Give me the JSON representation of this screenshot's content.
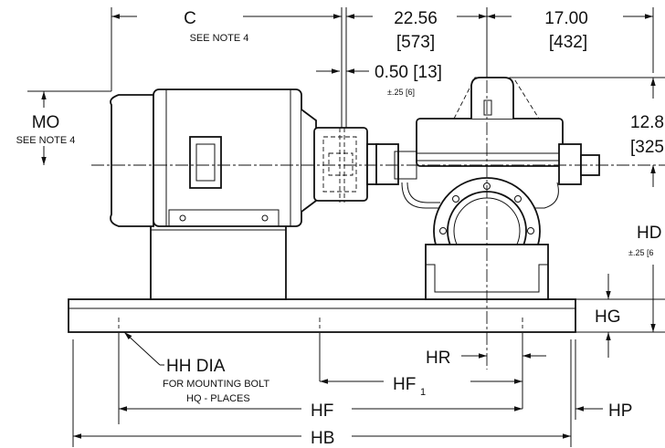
{
  "labels": {
    "c": "C",
    "c_note": "SEE NOTE 4",
    "d1": "22.56",
    "d1_mm": "[573]",
    "d2": "17.00",
    "d2_mm": "[432]",
    "gap": "0.50 [13]",
    "gap_tol": "±.25 [6]",
    "mo": "MO",
    "mo_note": "SEE NOTE 4",
    "h": "12.8",
    "h_mm": "[325",
    "hd": "HD",
    "hd_tol": "±.25 [6",
    "hg": "HG",
    "hh": "HH DIA",
    "hh_note1": "FOR MOUNTING BOLT",
    "hh_note2": "HQ - PLACES",
    "hr": "HR",
    "hf1": "HF",
    "hf1_sub": "1",
    "hf": "HF",
    "hp": "HP",
    "hb": "HB"
  }
}
